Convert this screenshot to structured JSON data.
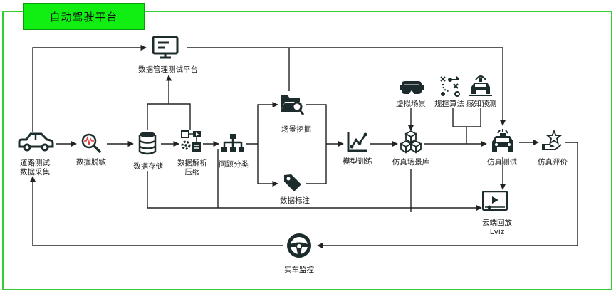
{
  "title": "自动驾驶平台",
  "colors": {
    "accent_green": "#11ee11",
    "frame_green": "#33cc33",
    "icon_dark": "#1c2b2b",
    "line": "#222222"
  },
  "nodes": {
    "road_test": {
      "label_line1": "道路测试",
      "label_line2": "数据采集",
      "icon": "car-icon"
    },
    "desensitize": {
      "label": "数据脱敏",
      "icon": "magnifier-waveform-icon"
    },
    "storage": {
      "label": "数据存储",
      "icon": "database-icon"
    },
    "parse": {
      "label_line1": "数据解析",
      "label_line2": "压缩",
      "icon": "parse-compress-icon"
    },
    "classify": {
      "label": "问题分类",
      "icon": "hierarchy-icon"
    },
    "mgmt": {
      "label": "数据管理测试平台",
      "icon": "monitor-icon"
    },
    "mining": {
      "label": "场景挖掘",
      "icon": "folder-search-icon"
    },
    "annotate": {
      "label": "数据标注",
      "icon": "tag-icon"
    },
    "training": {
      "label": "模型训练",
      "icon": "line-chart-icon"
    },
    "scene_lib": {
      "label": "仿真场景库",
      "icon": "cubes-icon"
    },
    "virtual": {
      "label": "虚拟场景",
      "icon": "vr-headset-icon"
    },
    "planning": {
      "label": "规控算法",
      "icon": "route-plan-icon"
    },
    "perception": {
      "label": "感知预测",
      "icon": "car-sensor-icon"
    },
    "sim_test": {
      "label": "仿真测试",
      "icon": "police-car-icon"
    },
    "eval": {
      "label": "仿真评价",
      "icon": "hand-star-icon"
    },
    "replay": {
      "label_line1": "云端回放",
      "label_line2": "Lviz",
      "icon": "video-player-icon"
    },
    "monitor": {
      "label": "实车监控",
      "icon": "steering-wheel-icon"
    }
  }
}
